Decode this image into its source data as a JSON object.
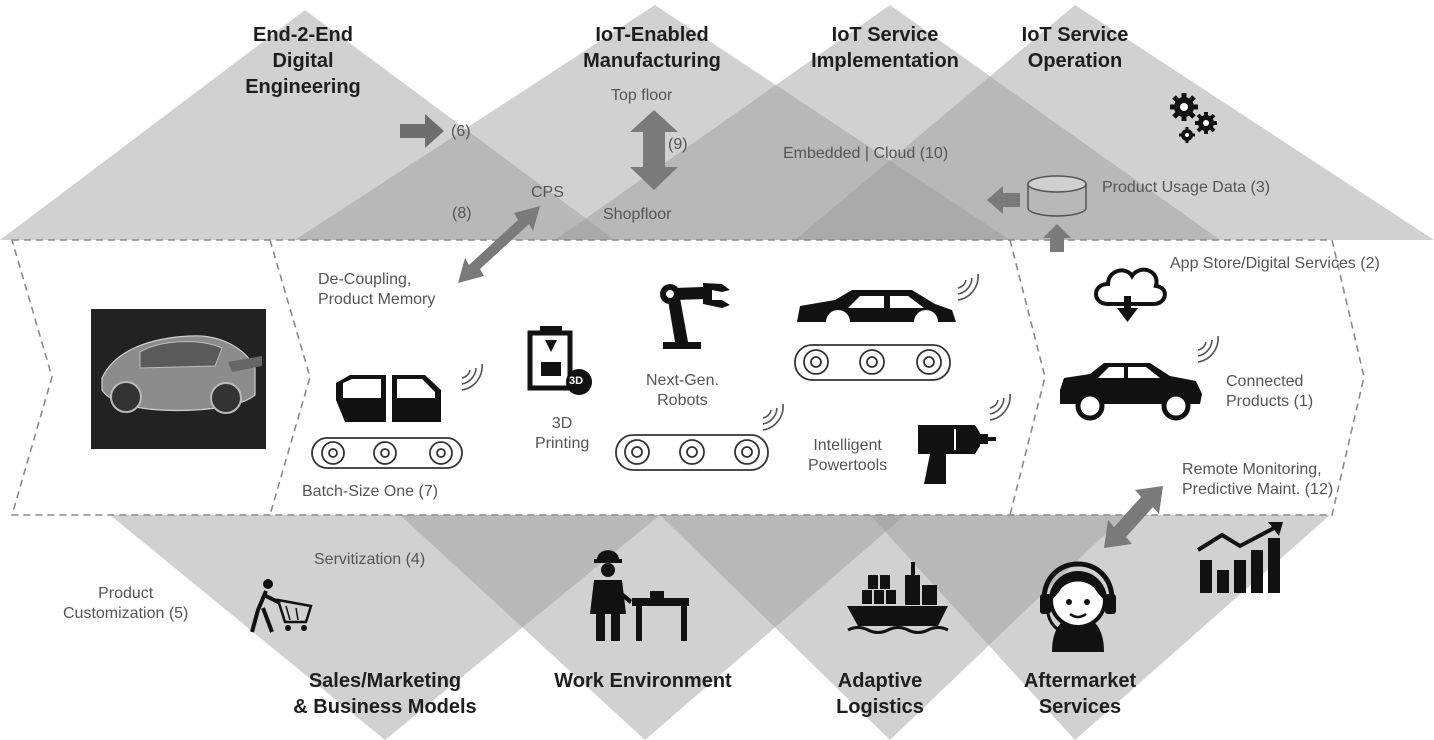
{
  "top_headings": {
    "end2end": "End-2-End\nDigital\nEngineering",
    "iot_mfg": "IoT-Enabled\nManufacturing",
    "iot_impl": "IoT Service\nImplementation",
    "iot_op": "IoT Service\nOperation"
  },
  "bottom_headings": {
    "sales": "Sales/Marketing\n& Business Models",
    "work": "Work Environment",
    "logistics": "Adaptive\nLogistics",
    "aftermarket": "Aftermarket\nServices"
  },
  "labels": {
    "six": "(6)",
    "top_floor": "Top floor",
    "nine": "(9)",
    "shopfloor": "Shopfloor",
    "cps": "CPS",
    "eight": "(8)",
    "embedded_cloud": "Embedded | Cloud (10)",
    "product_usage": "Product Usage Data  (3)",
    "app_store": "App Store/Digital Services (2)",
    "decoupling": "De-Coupling,\nProduct Memory",
    "printing": "3D\nPrinting",
    "next_gen": "Next-Gen.\nRobots",
    "powertools": "Intelligent\nPowertools",
    "batch": "Batch-Size One (7)",
    "connected": "Connected\nProducts (1)",
    "remote": "Remote Monitoring,\nPredictive Maint. (12)",
    "servitization": "Servitization (4)",
    "customization": "Product\nCustomization (5)",
    "printer_badge": "3D"
  },
  "icons": [
    "car-photo",
    "car-doors-icon",
    "conveyor-icon",
    "printer-3d-icon",
    "robot-arm-icon",
    "car-body-icon",
    "drill-icon",
    "cloud-download-icon",
    "connected-car-icon",
    "gears-icon",
    "database-icon",
    "shopping-cart-person-icon",
    "worker-icon",
    "cargo-ship-icon",
    "headset-agent-icon",
    "growth-chart-icon",
    "wifi-waves-icon"
  ]
}
